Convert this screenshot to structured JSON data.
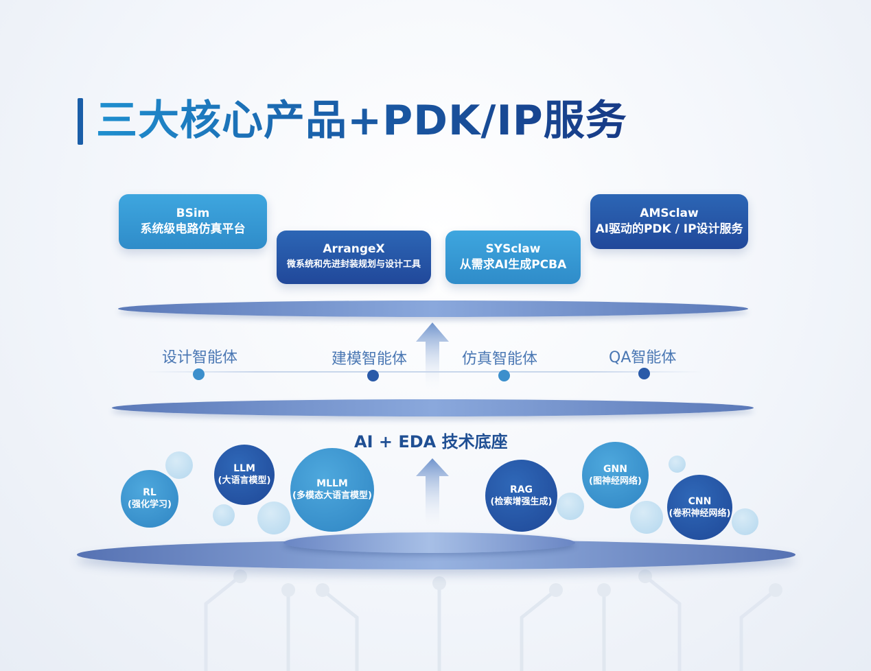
{
  "title": "三大核心产品+PDK/IP服务",
  "products": [
    {
      "name": "BSim",
      "desc": "系统级电路仿真平台"
    },
    {
      "name": "ArrangeX",
      "desc": "微系统和先进封装规划与设计工具"
    },
    {
      "name": "SYSclaw",
      "desc": "从需求AI生成PCBA"
    },
    {
      "name": "AMSclaw",
      "desc": "AI驱动的PDK / IP设计服务"
    }
  ],
  "agents": [
    "设计智能体",
    "建模智能体",
    "仿真智能体",
    "QA智能体"
  ],
  "tech_base": "AI + EDA 技术底座",
  "techs": [
    {
      "name": "RL",
      "desc": "(强化学习)"
    },
    {
      "name": "LLM",
      "desc": "(大语言模型)"
    },
    {
      "name": "MLLM",
      "desc": "(多模态大语言模型)"
    },
    {
      "name": "RAG",
      "desc": "(检索增强生成)"
    },
    {
      "name": "GNN",
      "desc": "(图神经网络)"
    },
    {
      "name": "CNN",
      "desc": "(卷积神经网络)"
    }
  ],
  "colors": {
    "title_start": "#1f8fcf",
    "title_end": "#173a86",
    "light_blue": "#3ea6df",
    "dark_blue": "#21489a"
  }
}
